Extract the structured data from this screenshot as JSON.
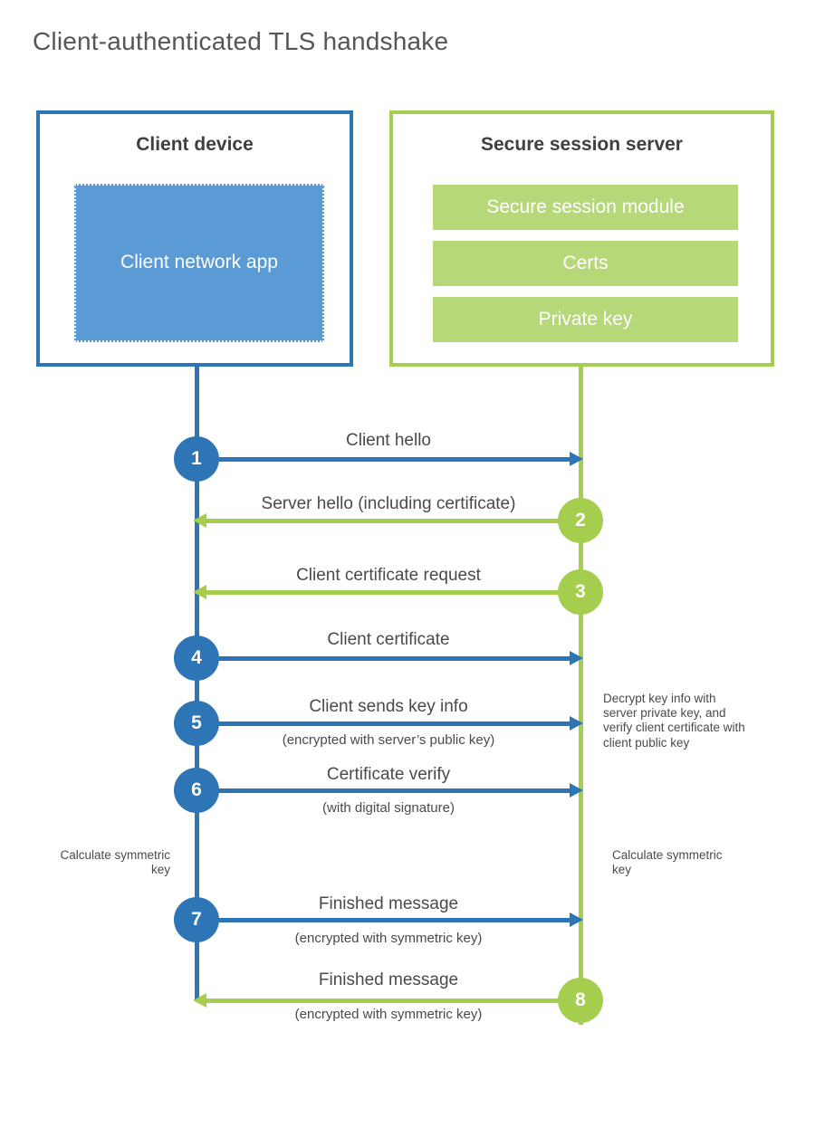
{
  "title": "Client-authenticated TLS handshake",
  "colors": {
    "blue": "#2e75b6",
    "blue_fill": "#5b9bd5",
    "green": "#a5cd4e",
    "green_fill": "#b6d878",
    "heading_text": "#3f3f41",
    "label_text": "#4a4a4c"
  },
  "client": {
    "title": "Client device",
    "app_label": "Client network app"
  },
  "server": {
    "title": "Secure session server",
    "modules": [
      {
        "label": "Secure session module"
      },
      {
        "label": "Certs"
      },
      {
        "label": "Private key"
      }
    ]
  },
  "steps": [
    {
      "number": "1",
      "label": "Client hello",
      "sublabel": "",
      "from": "client"
    },
    {
      "number": "2",
      "label": "Server hello (including certificate)",
      "sublabel": "",
      "from": "server"
    },
    {
      "number": "3",
      "label": "Client certificate request",
      "sublabel": "",
      "from": "server"
    },
    {
      "number": "4",
      "label": "Client certificate",
      "sublabel": "",
      "from": "client"
    },
    {
      "number": "5",
      "label": "Client sends key info",
      "sublabel": "(encrypted with server’s public key)",
      "from": "client"
    },
    {
      "number": "6",
      "label": "Certificate verify",
      "sublabel": "(with digital signature)",
      "from": "client"
    },
    {
      "number": "7",
      "label": "Finished message",
      "sublabel": "(encrypted with symmetric key)",
      "from": "client"
    },
    {
      "number": "8",
      "label": "Finished message",
      "sublabel": "(encrypted with symmetric key)",
      "from": "server"
    }
  ],
  "notes": {
    "decrypt": "Decrypt key info with server private key, and verify client certificate with client public key",
    "calc_left": "Calculate symmetric key",
    "calc_right": "Calculate symmetric key"
  }
}
